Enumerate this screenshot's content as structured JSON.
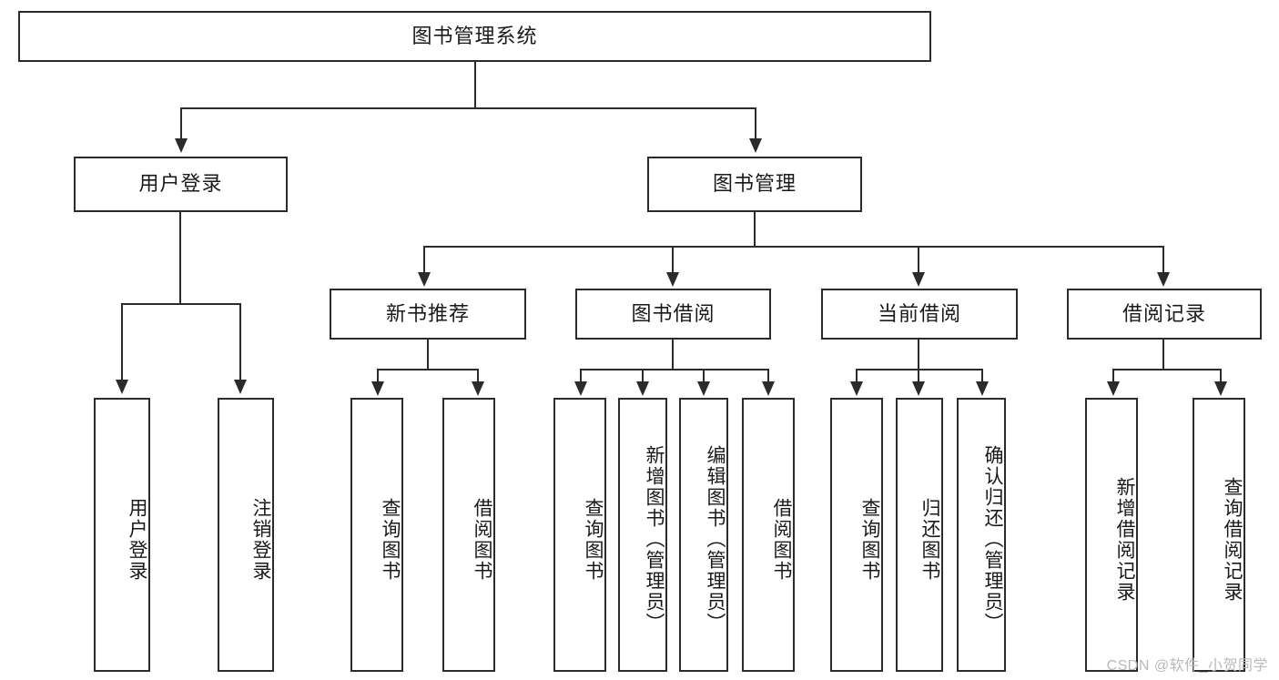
{
  "diagram": {
    "title_node": {
      "label": "图书管理系统"
    },
    "level2": [
      {
        "label": "用户登录"
      },
      {
        "label": "图书管理"
      }
    ],
    "level3": [
      {
        "label": "新书推荐"
      },
      {
        "label": "图书借阅"
      },
      {
        "label": "当前借阅"
      },
      {
        "label": "借阅记录"
      }
    ],
    "leaves": [
      {
        "label": "用户登录"
      },
      {
        "label": "注销登录"
      },
      {
        "label": "查询图书"
      },
      {
        "label": "借阅图书"
      },
      {
        "label": "查询图书"
      },
      {
        "label": "新增图书（管理员）"
      },
      {
        "label": "编辑图书（管理员）"
      },
      {
        "label": "借阅图书"
      },
      {
        "label": "查询图书"
      },
      {
        "label": "归还图书"
      },
      {
        "label": "确认归还（管理员）"
      },
      {
        "label": "新增借阅记录"
      },
      {
        "label": "查询借阅记录"
      }
    ]
  },
  "watermark": {
    "text": "CSDN @软件_小贺同学"
  },
  "colors": {
    "stroke": "#2b2b2b",
    "background": "#ffffff",
    "text": "#1a1a1a",
    "watermark": "#b9b9b9"
  }
}
